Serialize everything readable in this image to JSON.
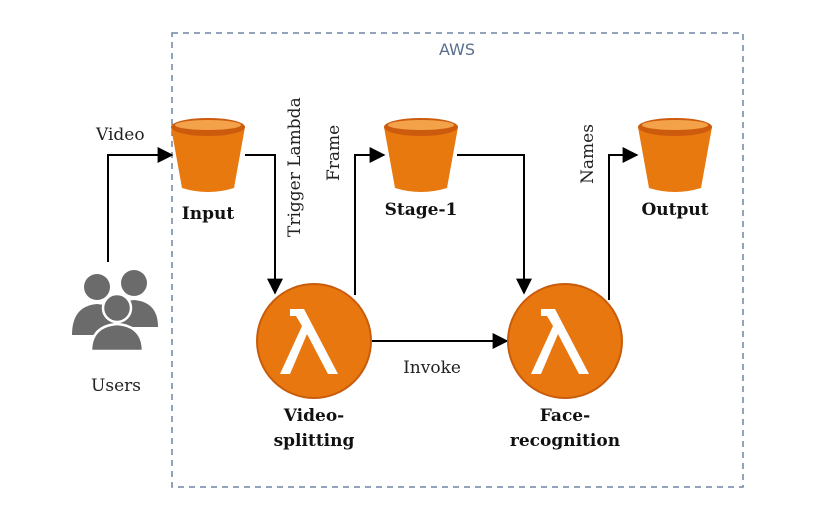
{
  "aws_group": {
    "label": "AWS"
  },
  "colors": {
    "bucket_dark": "#cc5b0e",
    "bucket_light": "#f4a24a",
    "bucket_body": "#e8790f",
    "lambda_bg": "#e8770f",
    "lambda_fg": "#ffffff",
    "users": "#6b6b6b",
    "arrow": "#000000",
    "group_border": "#6f86a6"
  },
  "nodes": {
    "users": {
      "label": "Users",
      "icon": "users-icon"
    },
    "input_bucket": {
      "label": "Input",
      "icon": "s3-bucket-icon"
    },
    "stage1_bucket": {
      "label": "Stage-1",
      "icon": "s3-bucket-icon"
    },
    "output_bucket": {
      "label": "Output",
      "icon": "s3-bucket-icon"
    },
    "video_splitting": {
      "label_line1": "Video-",
      "label_line2": "splitting",
      "icon": "lambda-icon"
    },
    "face_recognition": {
      "label_line1": "Face-",
      "label_line2": "recognition",
      "icon": "lambda-icon"
    }
  },
  "edges": {
    "users_to_input": {
      "label": "Video"
    },
    "input_to_splitting": {
      "label": "Trigger Lambda"
    },
    "splitting_to_stage1": {
      "label": "Frame"
    },
    "splitting_to_recognition": {
      "label": "Invoke"
    },
    "stage1_to_recognition": {
      "label": ""
    },
    "recognition_to_output": {
      "label": "Names"
    }
  }
}
